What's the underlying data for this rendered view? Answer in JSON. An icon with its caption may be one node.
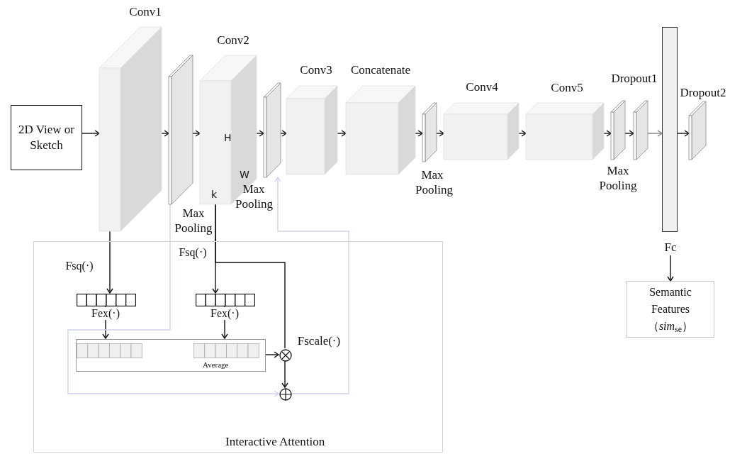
{
  "diagram": {
    "nodes": [
      {
        "text": [
          "2D View or Sketch"
        ]
      },
      {
        "text": [],
        "shape": "cuboid",
        "beside": [
          "Conv1"
        ]
      },
      {
        "text": [],
        "shape": "cuboid",
        "beside": [
          "Max Pooling"
        ]
      },
      {
        "text": [],
        "shape": "cuboid",
        "beside": [
          "Conv2"
        ]
      },
      {
        "text": [],
        "shape": "cuboid"
      },
      {
        "text": [],
        "shape": "cuboid",
        "beside": [
          "Conv3"
        ]
      },
      {
        "text": [],
        "shape": "cuboid",
        "beside": [
          "Concatenate"
        ]
      },
      {
        "text": [],
        "shape": "cuboid"
      },
      {
        "text": [],
        "shape": "cuboid",
        "beside": [
          "Conv4"
        ]
      },
      {
        "text": [],
        "shape": "cuboid",
        "beside": [
          "Conv5"
        ]
      },
      {
        "text": [],
        "shape": "cuboid",
        "beside": [
          "Max Pooling"
        ]
      },
      {
        "text": [],
        "shape": "cuboid"
      },
      {
        "text": [],
        "shape": "bar"
      },
      {
        "text": [],
        "shape": "cuboid",
        "beside": [
          "Dropout2"
        ]
      },
      {
        "text": [
          "Fc"
        ]
      },
      {
        "text": [
          "Semantic Features （*sim*$_{se}$）"
        ]
      },
      {
        "text": [
          "Interactive Attention"
        ]
      },
      {
        "text": [],
        "shape": "box",
        "in": 16
      },
      {
        "text": [],
        "shape": "box",
        "in": 16
      },
      {
        "text": [
          "Average"
        ],
        "in": 16
      },
      {
        "text": [],
        "shape": "circle",
        "in": 16,
        "beside": [
          "Fscale(·)"
        ]
      },
      {
        "text": [],
        "shape": "circle",
        "in": 16
      }
    ],
    "edges": [
      {
        "from": 0,
        "to": 1,
        "arrow": "to"
      },
      {
        "from": 1,
        "to": 2,
        "arrow": "to"
      },
      {
        "from": 2,
        "to": 3,
        "arrow": "to"
      },
      {
        "from": 3,
        "to": 4,
        "arrow": "to"
      },
      {
        "from": 4,
        "to": 5,
        "arrow": "to"
      },
      {
        "from": 5,
        "to": 6,
        "arrow": "to"
      },
      {
        "from": 6,
        "to": 7,
        "arrow": "to"
      },
      {
        "from": 7,
        "to": 8,
        "arrow": "to"
      },
      {
        "from": 8,
        "to": 9,
        "arrow": "to"
      },
      {
        "from": 9,
        "to": 10,
        "arrow": "to"
      },
      {
        "from": 10,
        "to": 11,
        "arrow": "to"
      },
      {
        "from": 11,
        "to": 12,
        "arrow": "to",
        "color": "#7f7f7f"
      },
      {
        "from": 12,
        "to": 13,
        "arrow": "to"
      },
      {
        "from": 14,
        "to": 15,
        "arrow": "to"
      },
      {
        "from": 1,
        "to": 17,
        "arrow": "to",
        "label": "Fsq(·)"
      },
      {
        "from": 3,
        "to": 18,
        "arrow": "to",
        "label": "Fsq(·)"
      },
      {
        "from": 3,
        "to": 20,
        "arrow": "none"
      },
      {
        "from": 17,
        "to": 19,
        "arrow": "to",
        "label": "Fex(·)"
      },
      {
        "from": 18,
        "to": 19,
        "arrow": "to",
        "label": "Fex(·)"
      },
      {
        "from": 19,
        "to": 20,
        "arrow": "to"
      },
      {
        "from": 20,
        "to": 21,
        "arrow": "to"
      },
      {
        "from": 2,
        "to": 21,
        "arrow": "to",
        "color": "#d0d4ec"
      },
      {
        "from": 21,
        "to": 4,
        "arrow": "to",
        "color": "#d0d4ec"
      }
    ],
    "labels": [
      "Dropout1",
      "H",
      "Max Pooling",
      "W",
      "Max Pooling",
      "k"
    ]
  }
}
